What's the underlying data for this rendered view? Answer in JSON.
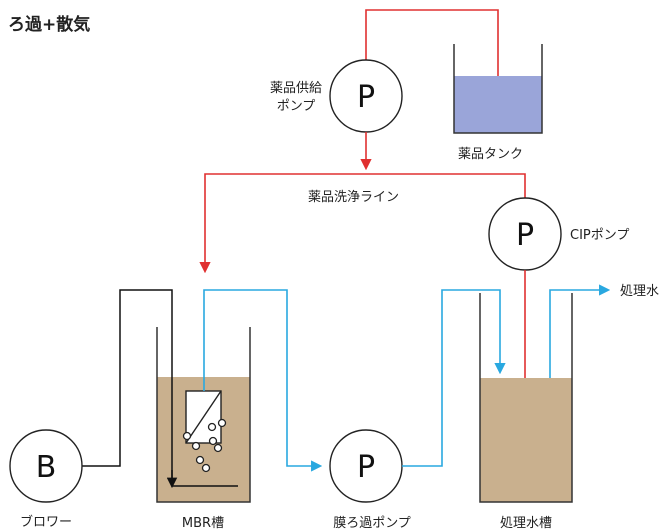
{
  "title": "ろ過+散気",
  "labels": {
    "chem_supply_pump_line1": "薬品供給",
    "chem_supply_pump_line2": "ポンプ",
    "chem_tank": "薬品タンク",
    "chem_wash_line": "薬品洗浄ライン",
    "cip_pump": "CIPポンプ",
    "treated_water_out": "処理水",
    "blower": "ブロワー",
    "mbr_tank": "MBR槽",
    "filtration_pump": "膜ろ過ポンプ",
    "treated_water_tank": "処理水槽"
  },
  "pump_letters": {
    "chem_supply": "P",
    "cip": "P",
    "filtration": "P",
    "blower": "B"
  },
  "colors": {
    "chemical_line": "#e03030",
    "water_line": "#29a8e0",
    "air_line": "#111111",
    "tank_liquid": "#c9b08e",
    "chem_liquid": "#9aa5d9"
  }
}
